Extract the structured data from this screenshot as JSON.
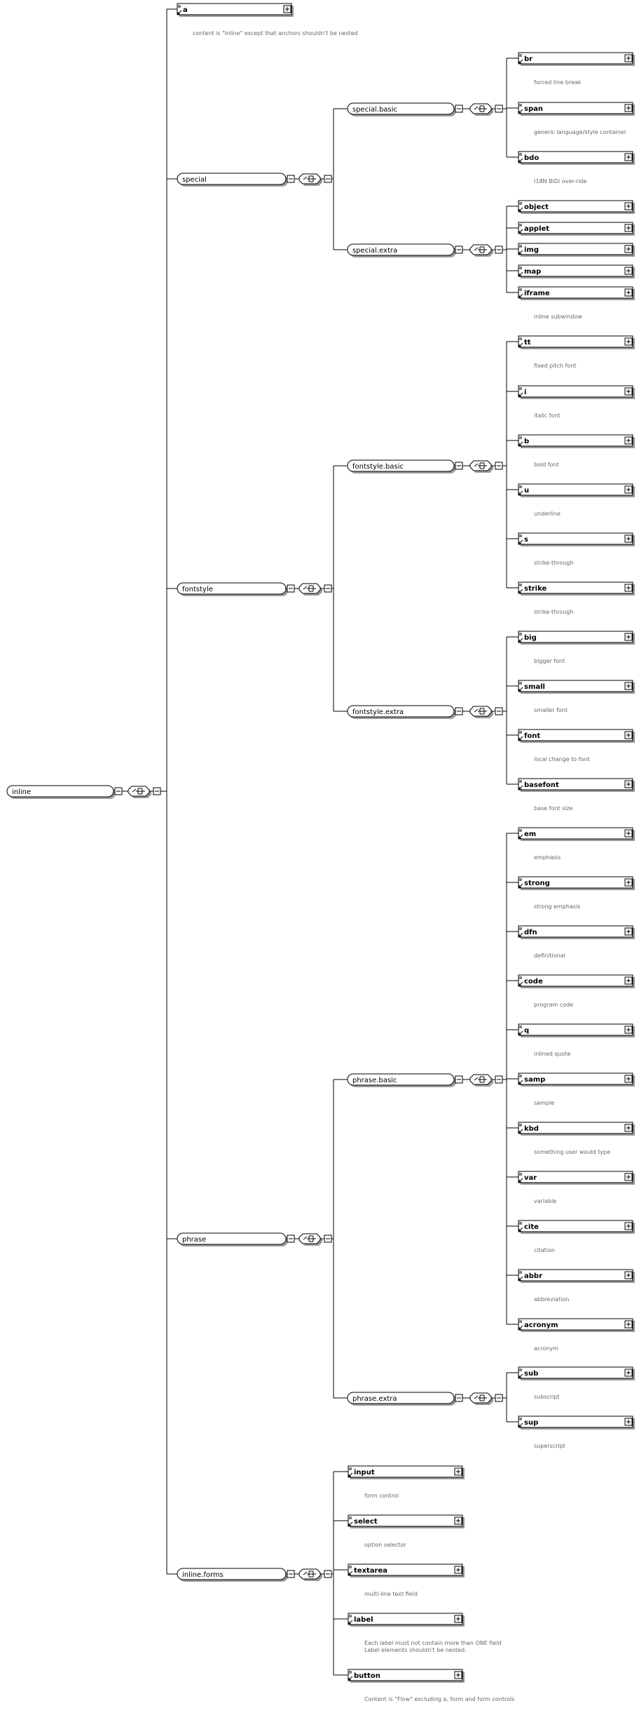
{
  "root": {
    "label": "inline"
  },
  "top": [
    {
      "kind": "element",
      "label": "a",
      "note": "content is \"Inline\" except that anchors shouldn't be nested"
    },
    {
      "kind": "group",
      "label": "special",
      "subgroups": [
        {
          "label": "special.basic",
          "children": [
            {
              "label": "br",
              "note": "forced line break"
            },
            {
              "label": "span",
              "note": "generic language/style container"
            },
            {
              "label": "bdo",
              "note": "I18N BiDi over-ride"
            }
          ]
        },
        {
          "label": "special.extra",
          "children": [
            {
              "label": "object",
              "note": ""
            },
            {
              "label": "applet",
              "note": ""
            },
            {
              "label": "img",
              "note": ""
            },
            {
              "label": "map",
              "note": ""
            },
            {
              "label": "iframe",
              "note": "inline subwindow"
            }
          ]
        }
      ]
    },
    {
      "kind": "group",
      "label": "fontstyle",
      "subgroups": [
        {
          "label": "fontstyle.basic",
          "children": [
            {
              "label": "tt",
              "note": "fixed pitch font"
            },
            {
              "label": "i",
              "note": "italic font"
            },
            {
              "label": "b",
              "note": "bold font"
            },
            {
              "label": "u",
              "note": "underline"
            },
            {
              "label": "s",
              "note": "strike-through"
            },
            {
              "label": "strike",
              "note": "strike-through"
            }
          ]
        },
        {
          "label": "fontstyle.extra",
          "children": [
            {
              "label": "big",
              "note": "bigger font"
            },
            {
              "label": "small",
              "note": "smaller font"
            },
            {
              "label": "font",
              "note": "local change to font"
            },
            {
              "label": "basefont",
              "note": "base font size"
            }
          ]
        }
      ]
    },
    {
      "kind": "group",
      "label": "phrase",
      "subgroups": [
        {
          "label": "phrase.basic",
          "children": [
            {
              "label": "em",
              "note": "emphasis"
            },
            {
              "label": "strong",
              "note": "strong emphasis"
            },
            {
              "label": "dfn",
              "note": "definitional"
            },
            {
              "label": "code",
              "note": "program code"
            },
            {
              "label": "q",
              "note": "inlined quote"
            },
            {
              "label": "samp",
              "note": "sample"
            },
            {
              "label": "kbd",
              "note": "something user would type"
            },
            {
              "label": "var",
              "note": "variable"
            },
            {
              "label": "cite",
              "note": "citation"
            },
            {
              "label": "abbr",
              "note": "abbreviation"
            },
            {
              "label": "acronym",
              "note": "acronym"
            }
          ]
        },
        {
          "label": "phrase.extra",
          "children": [
            {
              "label": "sub",
              "note": "subscript"
            },
            {
              "label": "sup",
              "note": "superscript"
            }
          ]
        }
      ]
    },
    {
      "kind": "group",
      "label": "inline.forms",
      "children": [
        {
          "label": "input",
          "note": "form control"
        },
        {
          "label": "select",
          "note": "option selector"
        },
        {
          "label": "textarea",
          "note": "multi-line text field"
        },
        {
          "label": "label",
          "note": "Each label must not contain more than ONE field\nLabel elements shouldn't be nested."
        },
        {
          "label": "button",
          "note": "Content is \"Flow\" excluding a, form and form controls"
        }
      ]
    }
  ]
}
